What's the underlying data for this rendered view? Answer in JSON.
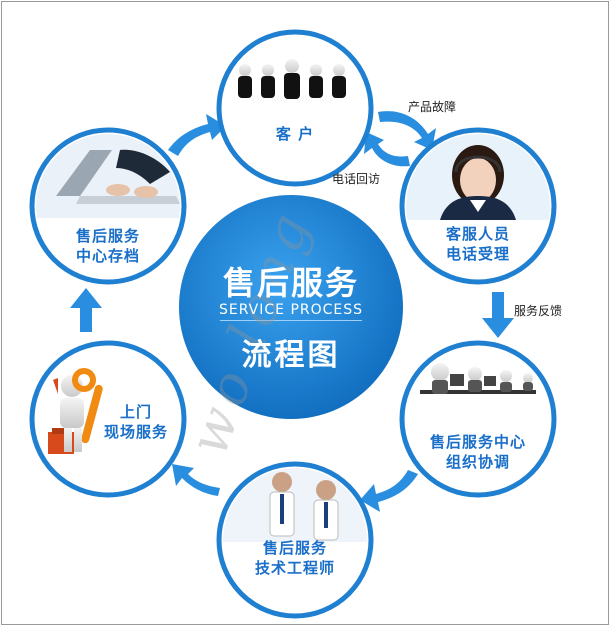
{
  "colors": {
    "brand_blue": "#1f7fd0",
    "center_blue": "#1b86d9",
    "arrow_blue": "#2a8ee0",
    "label_blue": "#1a6fc9"
  },
  "center": {
    "title": "售后服务",
    "subtitle": "SERVICE PROCESS",
    "caption": "流程图"
  },
  "nodes": {
    "customer": {
      "line1": "客 户",
      "picture": "customers-figures"
    },
    "service_staff": {
      "line1": "客服人员",
      "line2": "电话受理",
      "picture": "headset-operator"
    },
    "service_center": {
      "line1": "售后服务中心",
      "line2": "组织协调",
      "picture": "call-center-figures"
    },
    "engineer": {
      "line1": "售后服务",
      "line2": "技术工程师",
      "picture": "engineers-photo"
    },
    "onsite": {
      "line1": "上门",
      "line2": "现场服务",
      "picture": "wrench-figure"
    },
    "archive": {
      "line1": "售后服务",
      "line2": "中心存档",
      "picture": "laptop-typing"
    }
  },
  "flow_notes": {
    "fault": "产品故障",
    "callback": "电话回访",
    "feedback": "服务反馈"
  },
  "watermark": "wo long"
}
